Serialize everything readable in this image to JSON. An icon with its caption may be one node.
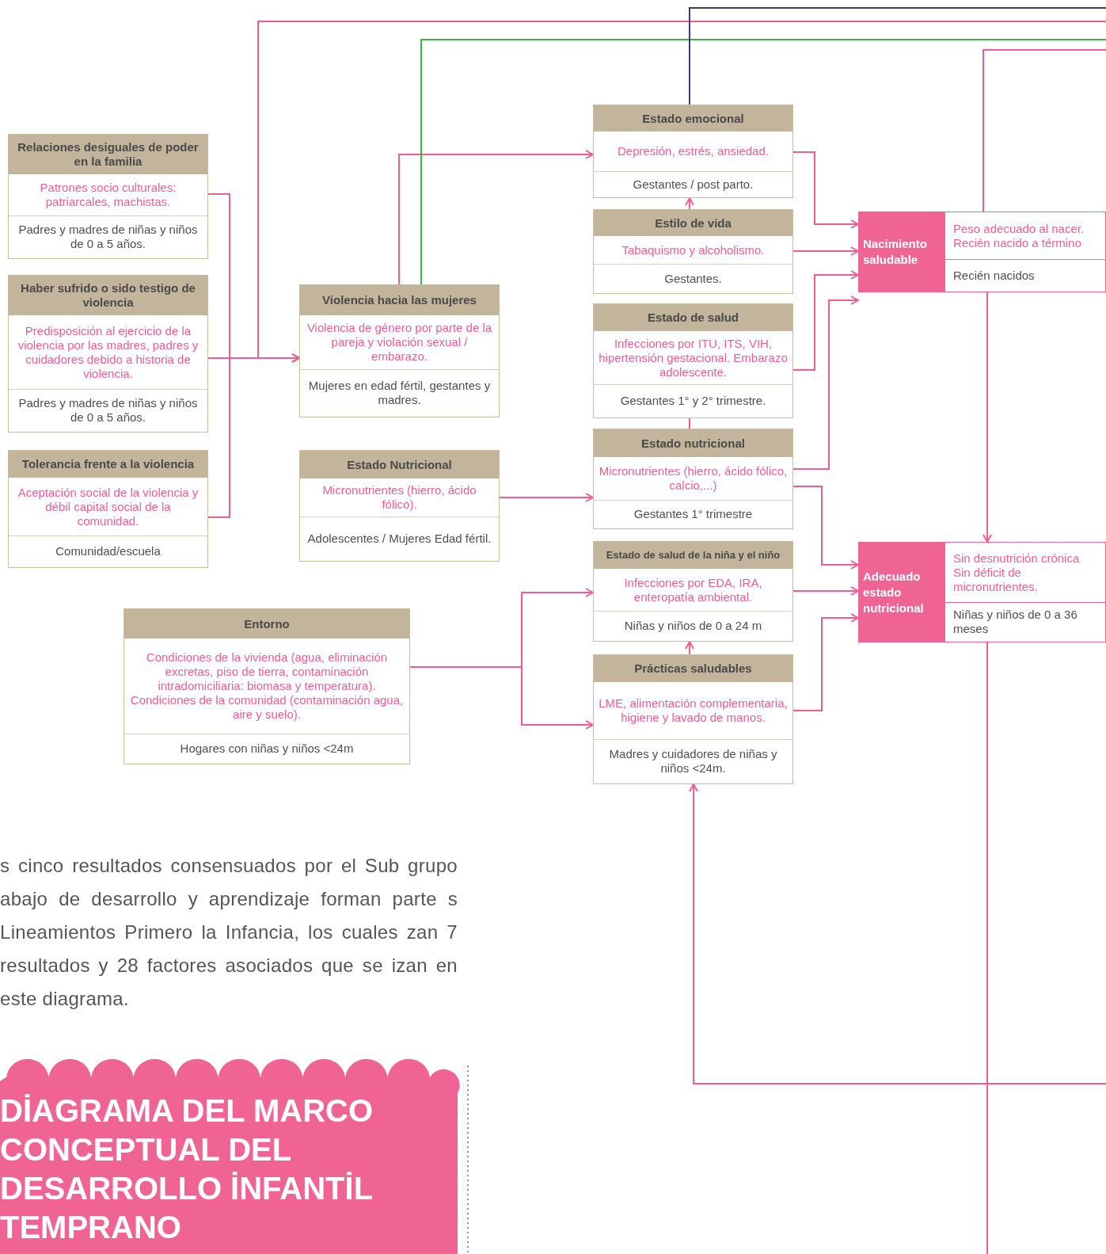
{
  "diagram": {
    "title": "DİAGRAMA DEL MARCO CONCEPTUAL DEL DESARROLLO İNFANTİL TEMPRANO",
    "nodes": [
      {
        "text": [
          "Relaciones desiguales de poder en la familia",
          "Patrones socio culturales: patriarcales, machistas.",
          "Padres y madres de niñas y niños de 0 a 5 años."
        ]
      },
      {
        "text": [
          "Haber sufrido o sido testigo de violencia",
          "Predisposición al ejercicio de la violencia por las madres, padres y cuidadores debido a historia de violencia.",
          "Padres y madres de niñas y niños de 0 a 5 años."
        ]
      },
      {
        "text": [
          "Tolerancia frente a la violencia",
          "Aceptación social de la violencia y débil capital social de la comunidad.",
          "Comunidad/escuela"
        ]
      },
      {
        "text": [
          "Violencia hacia las mujeres",
          "Violencia de género por parte de la pareja y violación sexual / embarazo.",
          "Mujeres en edad fértil, gestantes y madres."
        ]
      },
      {
        "text": [
          "Estado Nutricional",
          "Micronutrientes (hierro, ácido fólico).",
          "Adolescentes / Mujeres Edad fértil."
        ]
      },
      {
        "text": [
          "Entorno",
          "Condiciones de la vivienda (agua, eliminación excretas, piso de tierra, contaminación intradomiciliaria: biomasa y temperatura). Condiciones de la comunidad (contaminación agua, aire y suelo).",
          "Hogares con niñas y niños <24m"
        ]
      },
      {
        "text": [
          "Estado emocional",
          "Depresión, estrés, ansiedad.",
          "Gestantes / post parto."
        ]
      },
      {
        "text": [
          "Estilo de vida",
          "Tabaquismo y alcoholismo.",
          "Gestantes."
        ]
      },
      {
        "text": [
          "Estado de salud",
          "Infecciones por ITU, ITS, VIH, hipertensión gestacional. Embarazo adolescente.",
          "Gestantes 1° y 2° trimestre."
        ]
      },
      {
        "text": [
          "Estado nutricional",
          "Micronutrientes (hierro, ácido fólico, calcio,...)",
          "Gestantes 1° trimestre"
        ]
      },
      {
        "text": [
          "Estado de salud de la niña y el niño",
          "Infecciones por EDA, IRA, enteropatía ambiental.",
          "Niñas y niños de 0 a 24 m"
        ]
      },
      {
        "text": [
          "Prácticas saludables",
          "LME, alimentación complementaria, higiene y lavado de manos.",
          "Madres y cuidadores de niñas y niños <24m."
        ]
      },
      {
        "text": [
          "Nacimiento saludable",
          "Peso adecuado al nacer. Recién nacido a término",
          "Recién nacidos"
        ]
      },
      {
        "text": [
          "Adecuado estado nutricional",
          "Sin desnutrición crónica Sin déficit de micronutrientes.",
          "Niñas y niños de 0 a 36 meses"
        ]
      }
    ],
    "edges": [
      {
        "from": 0,
        "to": 3,
        "arrow": "to"
      },
      {
        "from": 1,
        "to": 3,
        "arrow": "to"
      },
      {
        "from": 2,
        "to": 3,
        "arrow": "to"
      },
      {
        "from": 0,
        "to": null,
        "arrow": "none"
      },
      {
        "from": 1,
        "to": null,
        "arrow": "none"
      },
      {
        "from": 2,
        "to": null,
        "arrow": "none"
      },
      {
        "from": 3,
        "to": 6,
        "arrow": "to"
      },
      {
        "from": 3,
        "to": null,
        "arrow": "none",
        "color": "#3db54a"
      },
      {
        "from": 6,
        "to": null,
        "arrow": "none",
        "color": "#3d3a6e"
      },
      {
        "from": 4,
        "to": 9,
        "arrow": "to"
      },
      {
        "from": 5,
        "to": 10,
        "arrow": "to"
      },
      {
        "from": 5,
        "to": 11,
        "arrow": "to"
      },
      {
        "from": 7,
        "to": 6,
        "arrow": "to"
      },
      {
        "from": 8,
        "to": 9,
        "arrow": "none"
      },
      {
        "from": 6,
        "to": 12,
        "arrow": "to"
      },
      {
        "from": 7,
        "to": 12,
        "arrow": "to"
      },
      {
        "from": 8,
        "to": 12,
        "arrow": "to"
      },
      {
        "from": 9,
        "to": 12,
        "arrow": "to"
      },
      {
        "from": 9,
        "to": 13,
        "arrow": "to"
      },
      {
        "from": 10,
        "to": 13,
        "arrow": "to"
      },
      {
        "from": 11,
        "to": 13,
        "arrow": "to"
      },
      {
        "from": 11,
        "to": 10,
        "arrow": "to"
      },
      {
        "from": 12,
        "to": 13,
        "arrow": "to"
      },
      {
        "from": 12,
        "to": null,
        "arrow": "none"
      },
      {
        "from": 13,
        "to": null,
        "arrow": "none"
      },
      {
        "from": null,
        "to": 11,
        "arrow": "to"
      }
    ],
    "labels": [
      "s cinco resultados consensuados por el Sub grupo abajo de desarrollo y aprendizaje forman parte s Lineamientos Primero la Infancia, los cuales zan 7 resultados y 28 factores asociados que se izan en este diagrama."
    ]
  }
}
